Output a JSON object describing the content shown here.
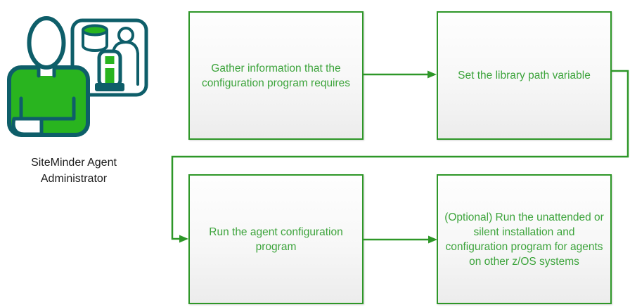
{
  "diagram": {
    "actor": {
      "label": "SiteMinder Agent Administrator",
      "icon": "admin-person-with-server-panel-icon"
    },
    "steps": [
      {
        "label": "Gather information that the configuration program requires"
      },
      {
        "label": "Set the library path variable"
      },
      {
        "label": "Run the agent configuration program"
      },
      {
        "label": "(Optional) Run the unattended or silent installation and configuration program for agents on other z/OS systems"
      }
    ],
    "flow": [
      "step-1 -> step-2",
      "step-2 -> step-3",
      "step-3 -> step-4"
    ],
    "colors": {
      "box_border": "#2e9728",
      "box_text": "#3da43c",
      "connector": "#2e9728",
      "box_fill_top": "#fefefe",
      "box_fill_bottom": "#ececec",
      "icon_teal": "#0e5e69",
      "icon_green": "#29b41f",
      "actor_label_text": "#1c1c1c"
    }
  }
}
